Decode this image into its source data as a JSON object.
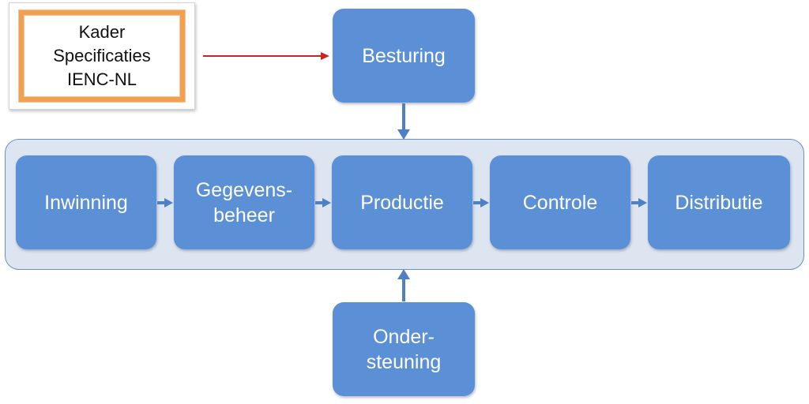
{
  "kader": {
    "line1": "Kader",
    "line2": "Specificaties",
    "line3": "IENC-NL"
  },
  "besturing": {
    "label": "Besturing"
  },
  "process": [
    {
      "id": "inwinning",
      "line1": "Inwinning",
      "line2": ""
    },
    {
      "id": "gegevensbeheer",
      "line1": "Gegevens-",
      "line2": "beheer"
    },
    {
      "id": "productie",
      "line1": "Productie",
      "line2": ""
    },
    {
      "id": "controle",
      "line1": "Controle",
      "line2": ""
    },
    {
      "id": "distributie",
      "line1": "Distributie",
      "line2": ""
    }
  ],
  "ondersteuning": {
    "line1": "Onder-",
    "line2": "steuning"
  },
  "colors": {
    "box_fill": "#5b8fd6",
    "lane_fill": "#dce5f0",
    "arrow_blue": "#4f7fc4",
    "arrow_red": "#cc2222",
    "kader_border": "#f0a050"
  }
}
